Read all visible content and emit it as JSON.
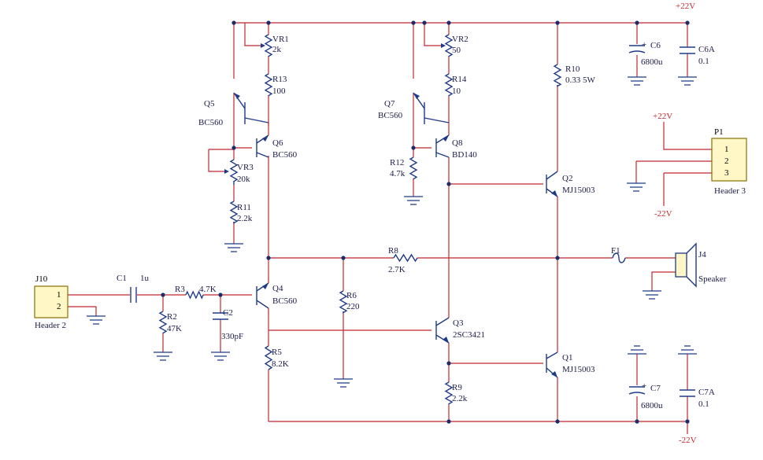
{
  "labels": {
    "vr1_ref": "VR1",
    "vr1_val": "2k",
    "r13_ref": "R13",
    "r13_val": "100",
    "q5_ref": "Q5",
    "q5_val": "BC560",
    "q6_ref": "Q6",
    "q6_val": "BC560",
    "vr3_ref": "VR3",
    "vr3_val": "20k",
    "r11_ref": "R11",
    "r11_val": "2.2k",
    "vr2_ref": "VR2",
    "vr2_val": "50",
    "r14_ref": "R14",
    "r14_val": "10",
    "q7_ref": "Q7",
    "q7_val": "BC560",
    "q8_ref": "Q8",
    "q8_val": "BD140",
    "r12_ref": "R12",
    "r12_val": "4.7k",
    "r10_ref": "R10",
    "r10_val": "0.33 5W",
    "q2_ref": "Q2",
    "q2_val": "MJ15003",
    "c6_ref": "C6",
    "c6_val": "6800u",
    "c6a_ref": "C6A",
    "c6a_val": "0.1",
    "p1_ref": "P1",
    "p1_name": "Header 3",
    "j10_ref": "J10",
    "j10_name": "Header 2",
    "c1_ref": "C1",
    "c1_val": "1u",
    "r3_ref": "R3",
    "r3_val": "4.7K",
    "r2_ref": "R2",
    "r2_val": "47K",
    "c2_ref": "C2",
    "c2_val": "330pF",
    "q4_ref": "Q4",
    "q4_val": "BC560",
    "r5_ref": "R5",
    "r5_val": "8.2K",
    "r6_ref": "R6",
    "r6_val": "220",
    "r8_ref": "R8",
    "r8_val": "2.7K",
    "f1_ref": "F1",
    "j4_ref": "J4",
    "j4_name": "Speaker",
    "q3_ref": "Q3",
    "q3_val": "2SC3421",
    "r9_ref": "R9",
    "r9_val": "2.2k",
    "q1_ref": "Q1",
    "q1_val": "MJ15003",
    "c7_ref": "C7",
    "c7_val": "6800u",
    "c7a_ref": "C7A",
    "c7a_val": "0.1",
    "vplus_top": "+22V",
    "vplus_p1": "+22V",
    "vminus_p1": "-22V",
    "vminus_bottom": "-22V",
    "pin_1": "1",
    "pin_2": "2",
    "pin_3": "3",
    "cap_plus": "+"
  }
}
